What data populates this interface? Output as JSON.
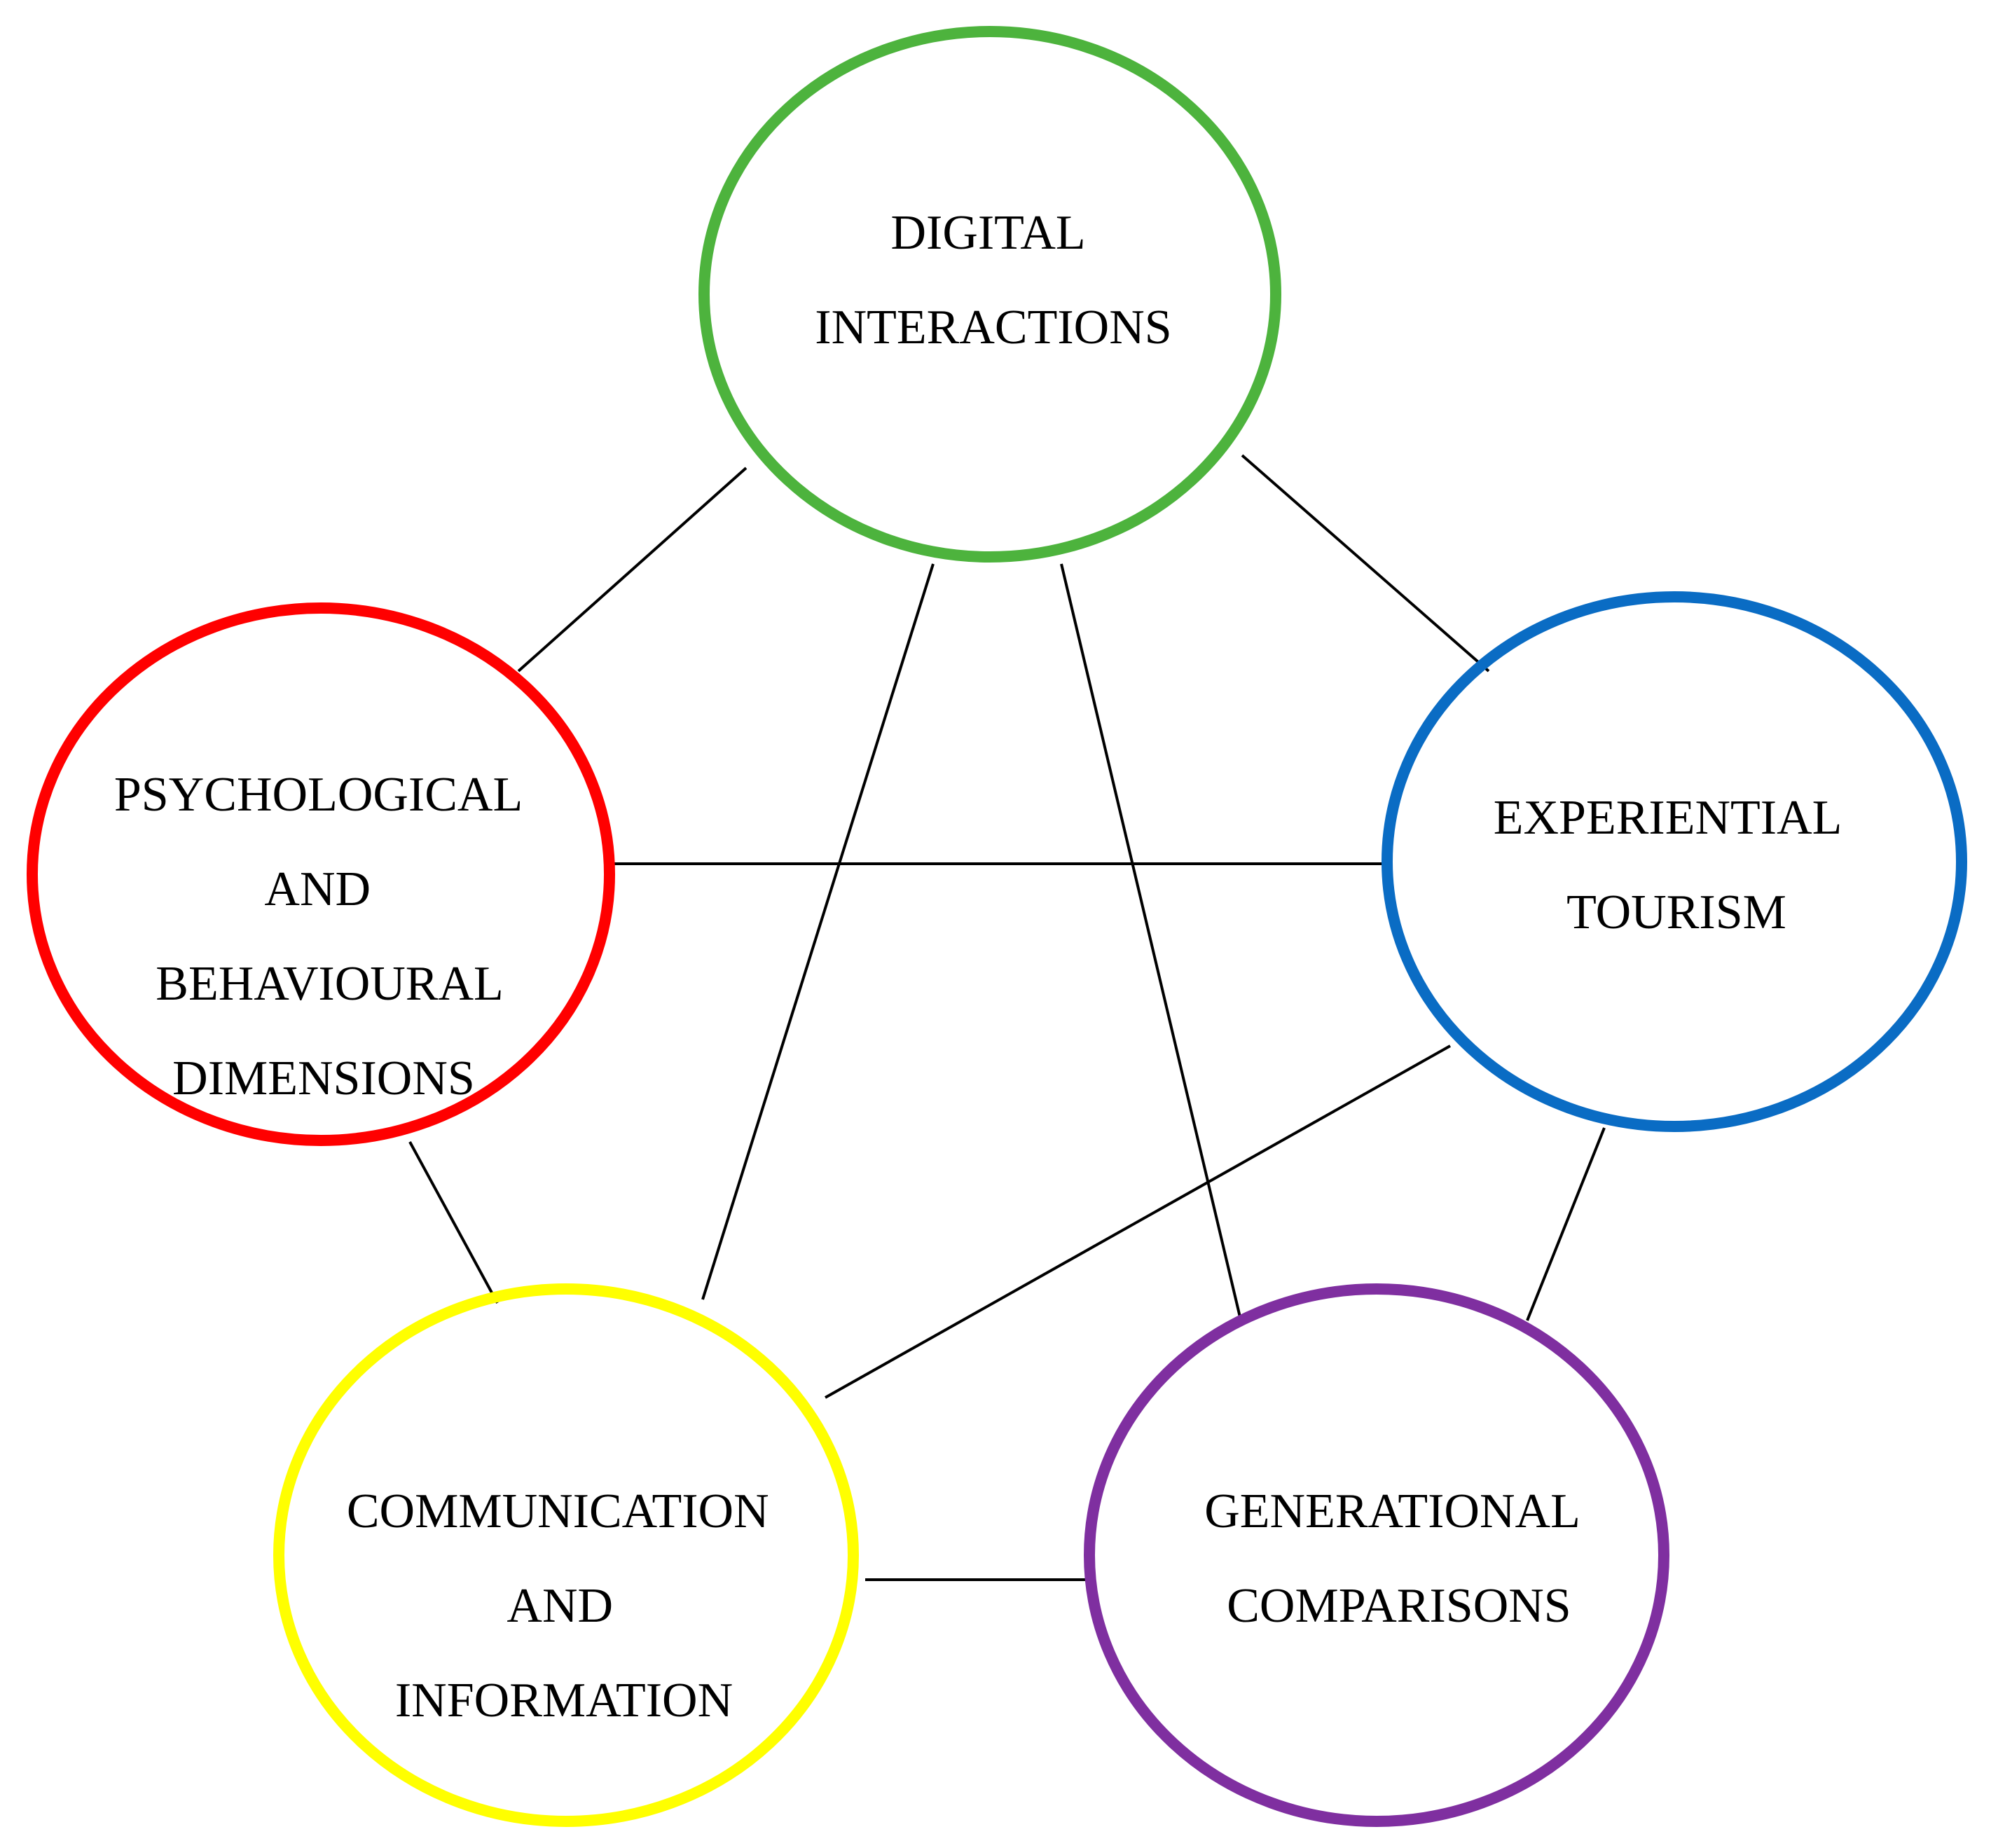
{
  "colors": {
    "line": "#000000",
    "digital": "#4db33d",
    "psychological": "#ff0000",
    "experiential": "#0a6cc4",
    "communication": "#ffff00",
    "generational": "#7f2fa0"
  },
  "nodes": {
    "digital": {
      "lines": [
        "DIGITAL",
        "INTERACTIONS"
      ]
    },
    "psychological": {
      "lines": [
        "PSYCHOLOGICAL",
        "AND",
        "BEHAVIOURAL",
        "DIMENSIONS"
      ]
    },
    "experiential": {
      "lines": [
        "EXPERIENTIAL",
        "TOURISM"
      ]
    },
    "communication": {
      "lines": [
        "COMMUNICATION",
        "AND",
        "INFORMATION"
      ]
    },
    "generational": {
      "lines": [
        "GENERATIONAL",
        "COMPARISONS"
      ]
    }
  },
  "connections": [
    [
      "digital",
      "psychological"
    ],
    [
      "digital",
      "experiential"
    ],
    [
      "digital",
      "communication"
    ],
    [
      "digital",
      "generational"
    ],
    [
      "psychological",
      "experiential"
    ],
    [
      "psychological",
      "communication"
    ],
    [
      "experiential",
      "communication"
    ],
    [
      "experiential",
      "generational"
    ],
    [
      "communication",
      "generational"
    ]
  ]
}
